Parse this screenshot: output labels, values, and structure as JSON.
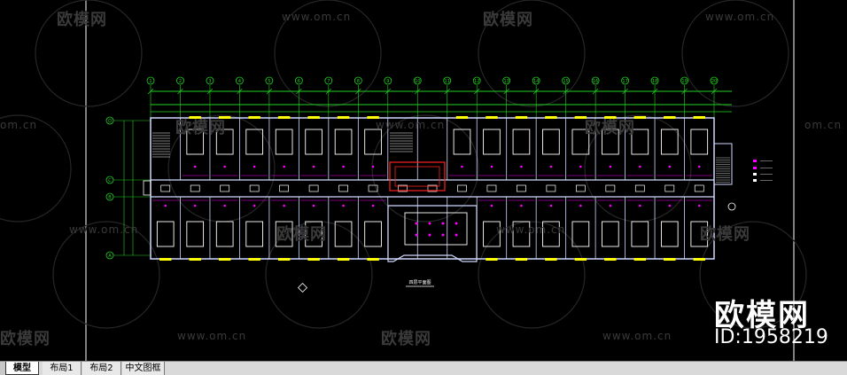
{
  "watermark": {
    "site": "www.om.cn",
    "site_short": "om.cn",
    "brand": "欧模网"
  },
  "brand_overlay": {
    "logo": "欧模网",
    "id": "ID:1958219"
  },
  "drawing": {
    "plan_title": "四层平面图",
    "axis_rows": [
      "D",
      "C",
      "B",
      "A"
    ],
    "axis_cols": [
      "1",
      "2",
      "3",
      "4",
      "5",
      "6",
      "7",
      "8",
      "9",
      "10",
      "11",
      "12",
      "13",
      "14",
      "15",
      "16",
      "17",
      "18",
      "19",
      "20"
    ],
    "colors": {
      "wall": "#cfd8ff",
      "room": "#ffffff",
      "green": "#22d422",
      "magenta": "#ff00ff",
      "red": "#ff2020",
      "yellow": "#ffff00",
      "cyan": "#00e0ff"
    }
  },
  "tabs": [
    {
      "label": "模型",
      "active": true
    },
    {
      "label": "布局1",
      "active": false
    },
    {
      "label": "布局2",
      "active": false
    },
    {
      "label": "中文图框",
      "active": false
    }
  ]
}
